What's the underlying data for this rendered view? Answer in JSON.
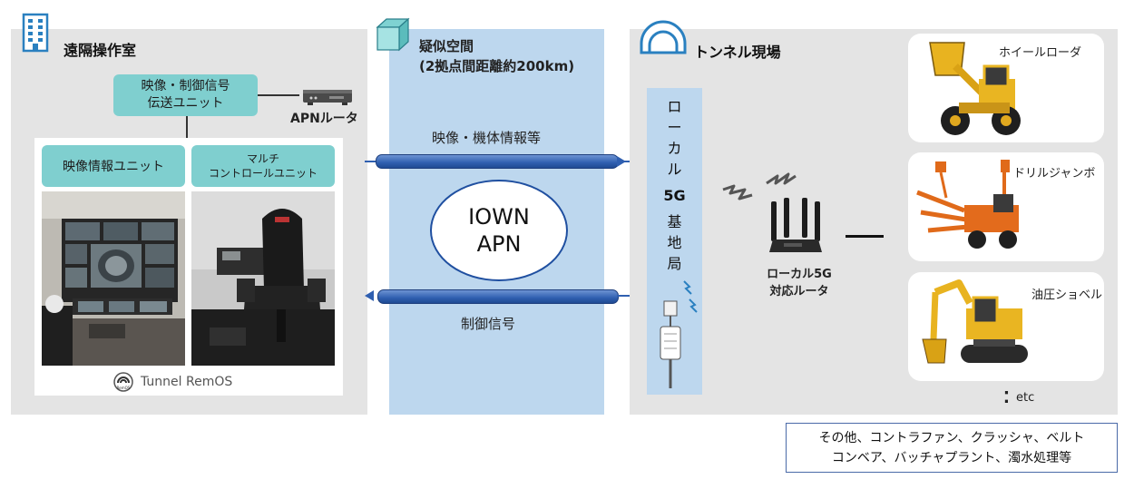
{
  "remote_room": {
    "title": "遠隔操作室",
    "transmission_unit_line1": "映像・制御信号",
    "transmission_unit_line2": "伝送ユニット",
    "router_label": "APNルータ",
    "video_unit": "映像情報ユニット",
    "multi_control_line1": "マルチ",
    "multi_control_line2": "コントロールユニット",
    "brand": "Tunnel RemOS",
    "brand_logo_text": "RemOS"
  },
  "virtual_space": {
    "title_line1": "疑似空間",
    "title_line2": "(2拠点間距離約200km)",
    "upper_flow": "映像・機体情報等",
    "network_line1": "IOWN",
    "network_line2": "APN",
    "lower_flow": "制御信号"
  },
  "tunnel_site": {
    "title": "トンネル現場",
    "base_station_chars": [
      "ロ",
      "ー",
      "カ",
      "ル"
    ],
    "base_station_5g": "5G",
    "base_station_chars2": [
      "基",
      "地",
      "局"
    ],
    "router_line1": "ローカル5G",
    "router_line2": "対応ルータ",
    "machines": [
      "ホイールローダ",
      "ドリルジャンボ",
      "油圧ショベル"
    ],
    "etc": "etc",
    "etc_dots": "⁚"
  },
  "others_box": {
    "line1": "その他、コントラファン、クラッシャ、ベルト",
    "line2": "コンベア、バッチャプラント、濁水処理等"
  },
  "colors": {
    "panel_gray": "#e4e4e4",
    "panel_blue": "#bdd7ee",
    "teal": "#7fcfcf",
    "pipe_blue": "#2f5fb0",
    "icon_teal": "#3a8fc4"
  }
}
